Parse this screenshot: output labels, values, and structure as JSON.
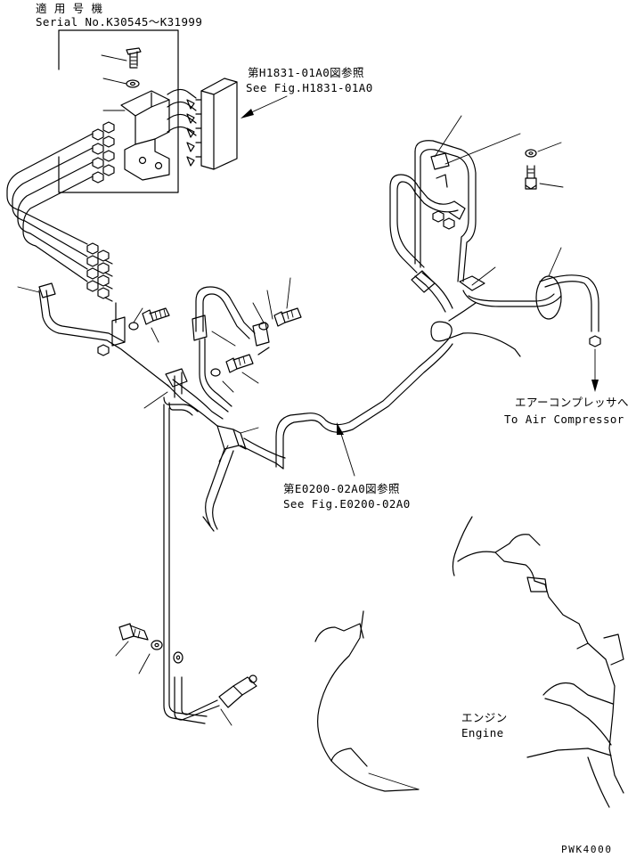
{
  "header": {
    "applicable_models_jp": "適 用 号 機",
    "serial_range": "Serial No.K30545～K31999"
  },
  "references": {
    "fig1_jp": "第H1831-01A0図参照",
    "fig1_en": "See Fig.H1831-01A0",
    "fig2_jp": "第E0200-02A0図参照",
    "fig2_en": "See Fig.E0200-02A0"
  },
  "destinations": {
    "air_compressor_jp": "エアーコンプレッサへ",
    "air_compressor_en": "To Air Compressor",
    "engine_jp": "エンジン",
    "engine_en": "Engine"
  },
  "footer": {
    "code": "PWK4000"
  }
}
